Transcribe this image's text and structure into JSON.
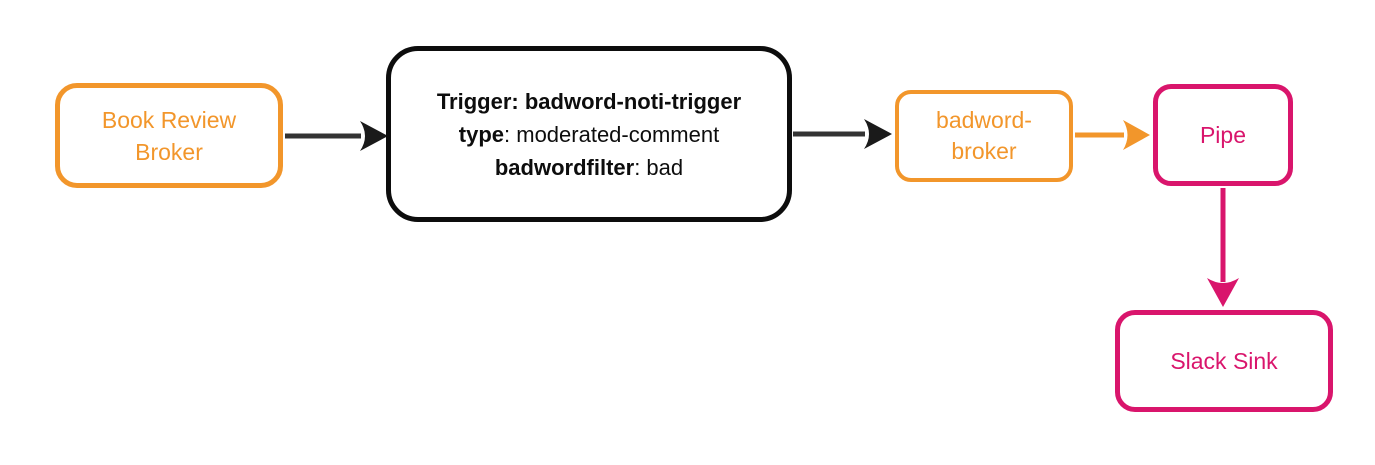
{
  "colors": {
    "orange": "#F2962B",
    "pink": "#D9156C",
    "edge_line": "#333333",
    "edge_head": "#1A1A1A",
    "trigger_border": "#0D0D0D",
    "background": "#FFFFFF"
  },
  "nodes": {
    "book_review_broker": {
      "label": "Book Review Broker"
    },
    "trigger": {
      "lines": [
        {
          "bold": "Trigger: badword-noti-trigger",
          "rest": ""
        },
        {
          "bold": "type",
          "rest": ": moderated-comment"
        },
        {
          "bold": "badwordfilter",
          "rest": ": bad"
        }
      ]
    },
    "badword_broker": {
      "label": "badword-broker"
    },
    "pipe": {
      "label": "Pipe"
    },
    "slack_sink": {
      "label": "Slack Sink"
    }
  },
  "edges": [
    {
      "from": "Book Review Broker",
      "to": "Trigger: badword-noti-trigger",
      "color": "dark"
    },
    {
      "from": "Trigger: badword-noti-trigger",
      "to": "badword-broker",
      "color": "dark"
    },
    {
      "from": "badword-broker",
      "to": "Pipe",
      "color": "orange"
    },
    {
      "from": "Pipe",
      "to": "Slack Sink",
      "color": "pink"
    }
  ]
}
